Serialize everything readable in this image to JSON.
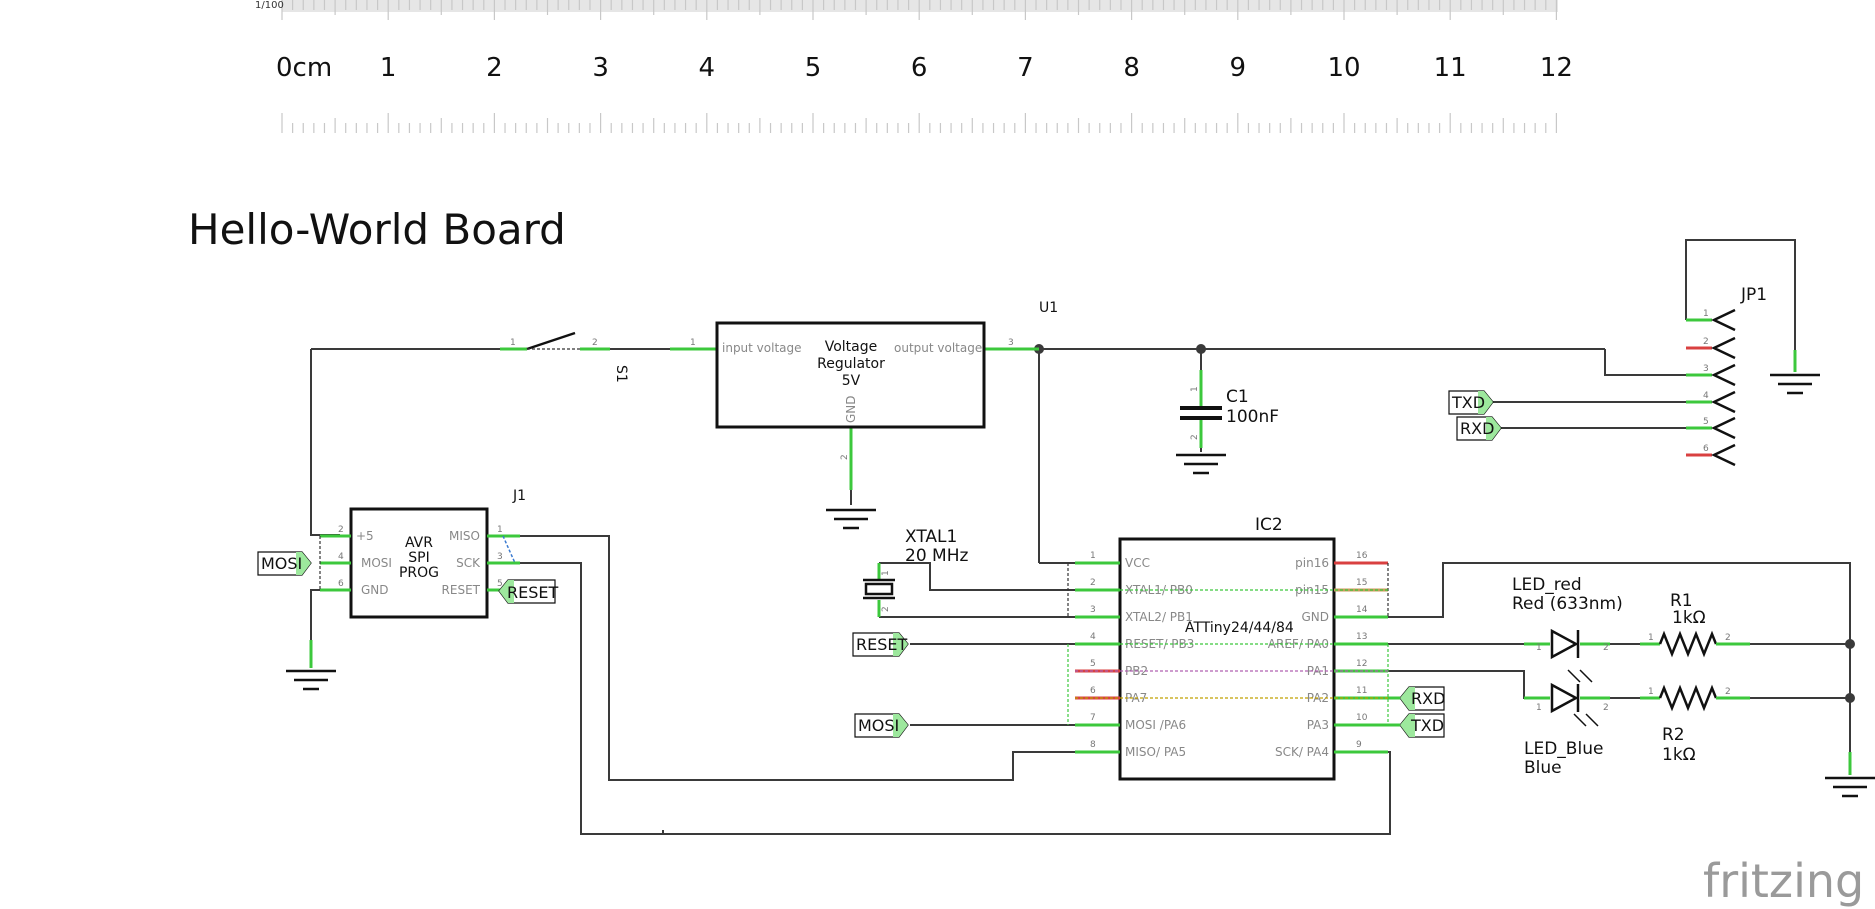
{
  "ruler": {
    "scale_label": "1/100",
    "unit_label": "0cm",
    "labels": [
      "1",
      "2",
      "3",
      "4",
      "5",
      "6",
      "7",
      "8",
      "9",
      "10",
      "11",
      "12"
    ]
  },
  "title": "Hello-World Board",
  "components": {
    "s1": {
      "ref": "S1",
      "pin1": "1",
      "pin2": "2"
    },
    "u1": {
      "ref": "U1",
      "line1": "Voltage",
      "line2": "Regulator",
      "line3": "5V",
      "in_pin": "input voltage",
      "out_pin": "output voltage",
      "gnd_pin": "GND",
      "pin_in_num": "1",
      "pin_out_num": "3",
      "pin_gnd_num": "2"
    },
    "c1": {
      "ref": "C1",
      "value": "100nF",
      "pin1": "1",
      "pin2": "2"
    },
    "jp1": {
      "ref": "JP1",
      "pins": [
        "1",
        "2",
        "3",
        "4",
        "5",
        "6"
      ]
    },
    "j1": {
      "ref": "J1",
      "line1": "AVR",
      "line2": "SPI",
      "line3": "PROG",
      "pin_plus5": "+5",
      "pin_mosi": "MOSI",
      "pin_gnd": "GND",
      "pin_miso": "MISO",
      "pin_sck": "SCK",
      "pin_reset": "RESET",
      "nums": [
        "2",
        "4",
        "6",
        "1",
        "3",
        "5"
      ]
    },
    "xtal1": {
      "ref": "XTAL1",
      "value": "20 MHz",
      "pin1": "1",
      "pin2": "2"
    },
    "ic2": {
      "ref": "IC2",
      "part": "ATTiny24/44/84",
      "left_pins": [
        {
          "num": "1",
          "name": "VCC"
        },
        {
          "num": "2",
          "name": "XTAL1/ PB0"
        },
        {
          "num": "3",
          "name": "XTAL2/ PB1"
        },
        {
          "num": "4",
          "name": "RESET/ PB3"
        },
        {
          "num": "5",
          "name": "PB2"
        },
        {
          "num": "6",
          "name": "PA7"
        },
        {
          "num": "7",
          "name": "MOSI /PA6"
        },
        {
          "num": "8",
          "name": "MISO/ PA5"
        }
      ],
      "right_pins": [
        {
          "num": "16",
          "name": "pin16"
        },
        {
          "num": "15",
          "name": "pin15"
        },
        {
          "num": "14",
          "name": "GND"
        },
        {
          "num": "13",
          "name": "AREF/ PA0"
        },
        {
          "num": "12",
          "name": "PA1"
        },
        {
          "num": "11",
          "name": "PA2"
        },
        {
          "num": "10",
          "name": "PA3"
        },
        {
          "num": "9",
          "name": "SCK/ PA4"
        }
      ]
    },
    "led_red": {
      "ref": "LED_red",
      "value": "Red (633nm)"
    },
    "led_blue": {
      "ref": "LED_Blue",
      "value": "Blue"
    },
    "r1": {
      "ref": "R1",
      "value": "1kΩ"
    },
    "r2": {
      "ref": "R2",
      "value": "1kΩ"
    },
    "led_pins": {
      "a": "1",
      "k": "2"
    }
  },
  "net_labels": {
    "mosi": "MOSI",
    "reset": "RESET",
    "txd": "TXD",
    "rxd": "RXD"
  },
  "brand": "fritzing",
  "colors": {
    "pin_connected": "#3cc83c",
    "pin_unconnected": "#d94040",
    "wire": "#3a3a3a"
  }
}
